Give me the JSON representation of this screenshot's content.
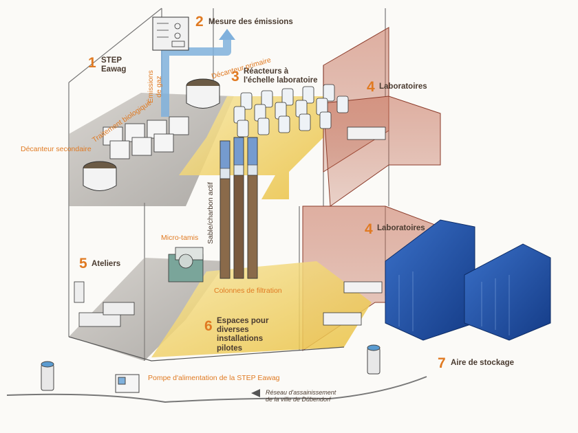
{
  "labels": {
    "l1": {
      "num": "1",
      "text": "STEP\nEawag"
    },
    "l2": {
      "num": "2",
      "text": "Mesure des émissions"
    },
    "l3": {
      "num": "3",
      "text": "Réacteurs à\nl'échelle laboratoire"
    },
    "l4a": {
      "num": "4",
      "text": "Laboratoires"
    },
    "l4b": {
      "num": "4",
      "text": "Laboratoires"
    },
    "l5": {
      "num": "5",
      "text": "Ateliers"
    },
    "l6": {
      "num": "6",
      "text": "Espaces pour\ndiverses\ninstallations\npilotes"
    },
    "l7": {
      "num": "7",
      "text": "Aire de stockage"
    }
  },
  "annotations": {
    "emissions_gaz": "Émissions\nde gaz",
    "decanteur_primaire": "Décanteur primaire",
    "traitement_biologique": "Traitement biologique",
    "decanteur_secondaire": "Décanteur secondaire",
    "sable_charbon": "Sable/charbon actif",
    "micro_tamis": "Micro-tamis",
    "colonnes_filtration": "Colonnes de filtration",
    "pompe": "Pompe d'alimentation de la STEP Eawag",
    "reseau": "Réseau d'assainissement\nde la ville de Dübendorf"
  },
  "colors": {
    "accent": "#e07a22",
    "text": "#4a3b30",
    "floor_grey": "#8a8580",
    "floor_yellow": "#f2d36b",
    "lab_red": "#b5583e",
    "container_blue": "#1f4ea3",
    "pipe_blue": "#7fb0dc"
  }
}
